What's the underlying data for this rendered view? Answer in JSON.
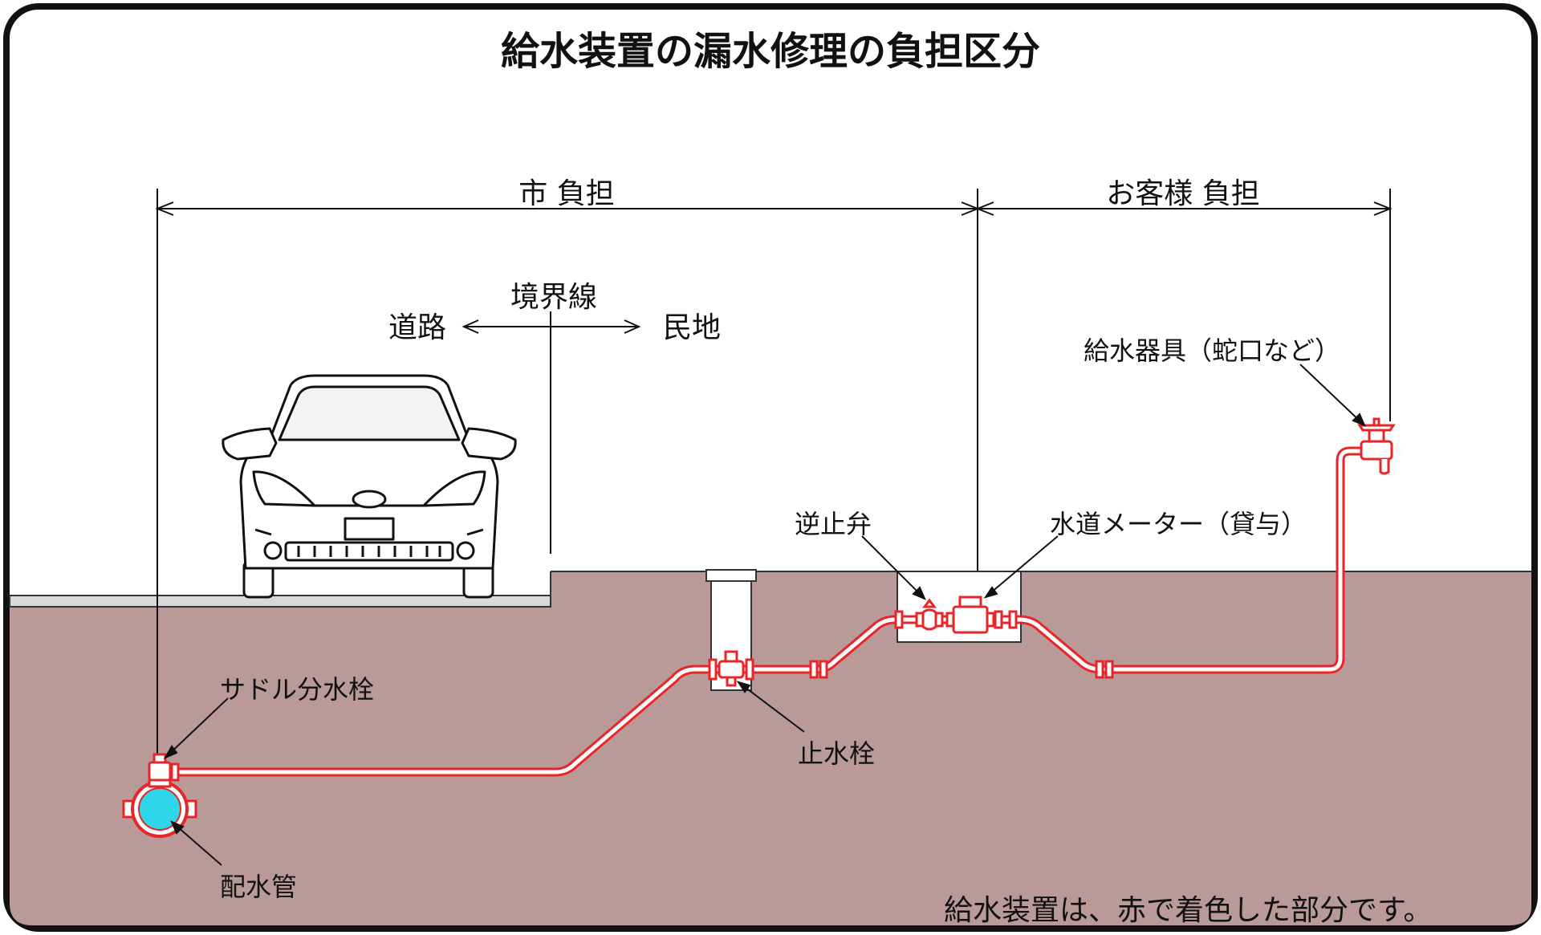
{
  "title": "給水装置の漏水修理の負担区分",
  "city_share_label": "市 負担",
  "customer_share_label": "お客様 負担",
  "boundary": {
    "label": "境界線",
    "road_label": "道路",
    "private_label": "民地"
  },
  "components": {
    "saddle_valve": "サドル分水栓",
    "distribution_pipe": "配水管",
    "stop_valve": "止水栓",
    "check_valve": "逆止弁",
    "water_meter": "水道メーター（貸与）",
    "fixture": "給水器具（蛇口など）"
  },
  "footnote": "給水装置は、赤で着色した部分です。",
  "colors": {
    "pipe": "#e8262a",
    "ground": "#b99a98",
    "distribution_pipe_fill": "#2fd6ea",
    "outline": "#111111"
  }
}
